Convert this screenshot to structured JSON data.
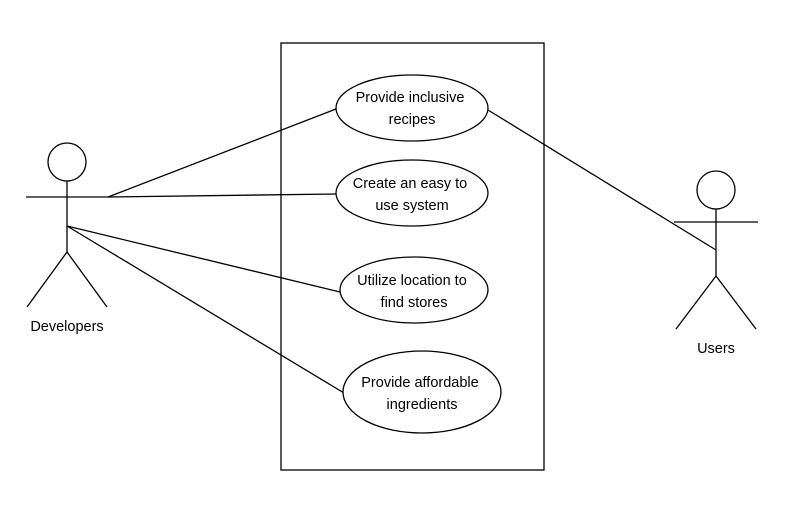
{
  "actors": {
    "developers": {
      "label": "Developers",
      "icon": "stick-figure-icon"
    },
    "users": {
      "label": "Users",
      "icon": "stick-figure-icon"
    }
  },
  "use_cases": [
    {
      "id": "inclusive-recipes",
      "lines": [
        "Provide inclusive",
        "recipes"
      ]
    },
    {
      "id": "easy-system",
      "lines": [
        "Create an easy to",
        "use system"
      ]
    },
    {
      "id": "location-stores",
      "lines": [
        "Utilize location to",
        "find stores"
      ]
    },
    {
      "id": "affordable-ingredients",
      "lines": [
        "Provide affordable",
        "ingredients"
      ]
    }
  ],
  "associations": [
    {
      "from": "developers",
      "to": "inclusive-recipes"
    },
    {
      "from": "developers",
      "to": "easy-system"
    },
    {
      "from": "developers",
      "to": "location-stores"
    },
    {
      "from": "developers",
      "to": "affordable-ingredients"
    },
    {
      "from": "users",
      "to": "inclusive-recipes"
    }
  ],
  "colors": {
    "stroke": "#000000",
    "background": "#ffffff"
  }
}
